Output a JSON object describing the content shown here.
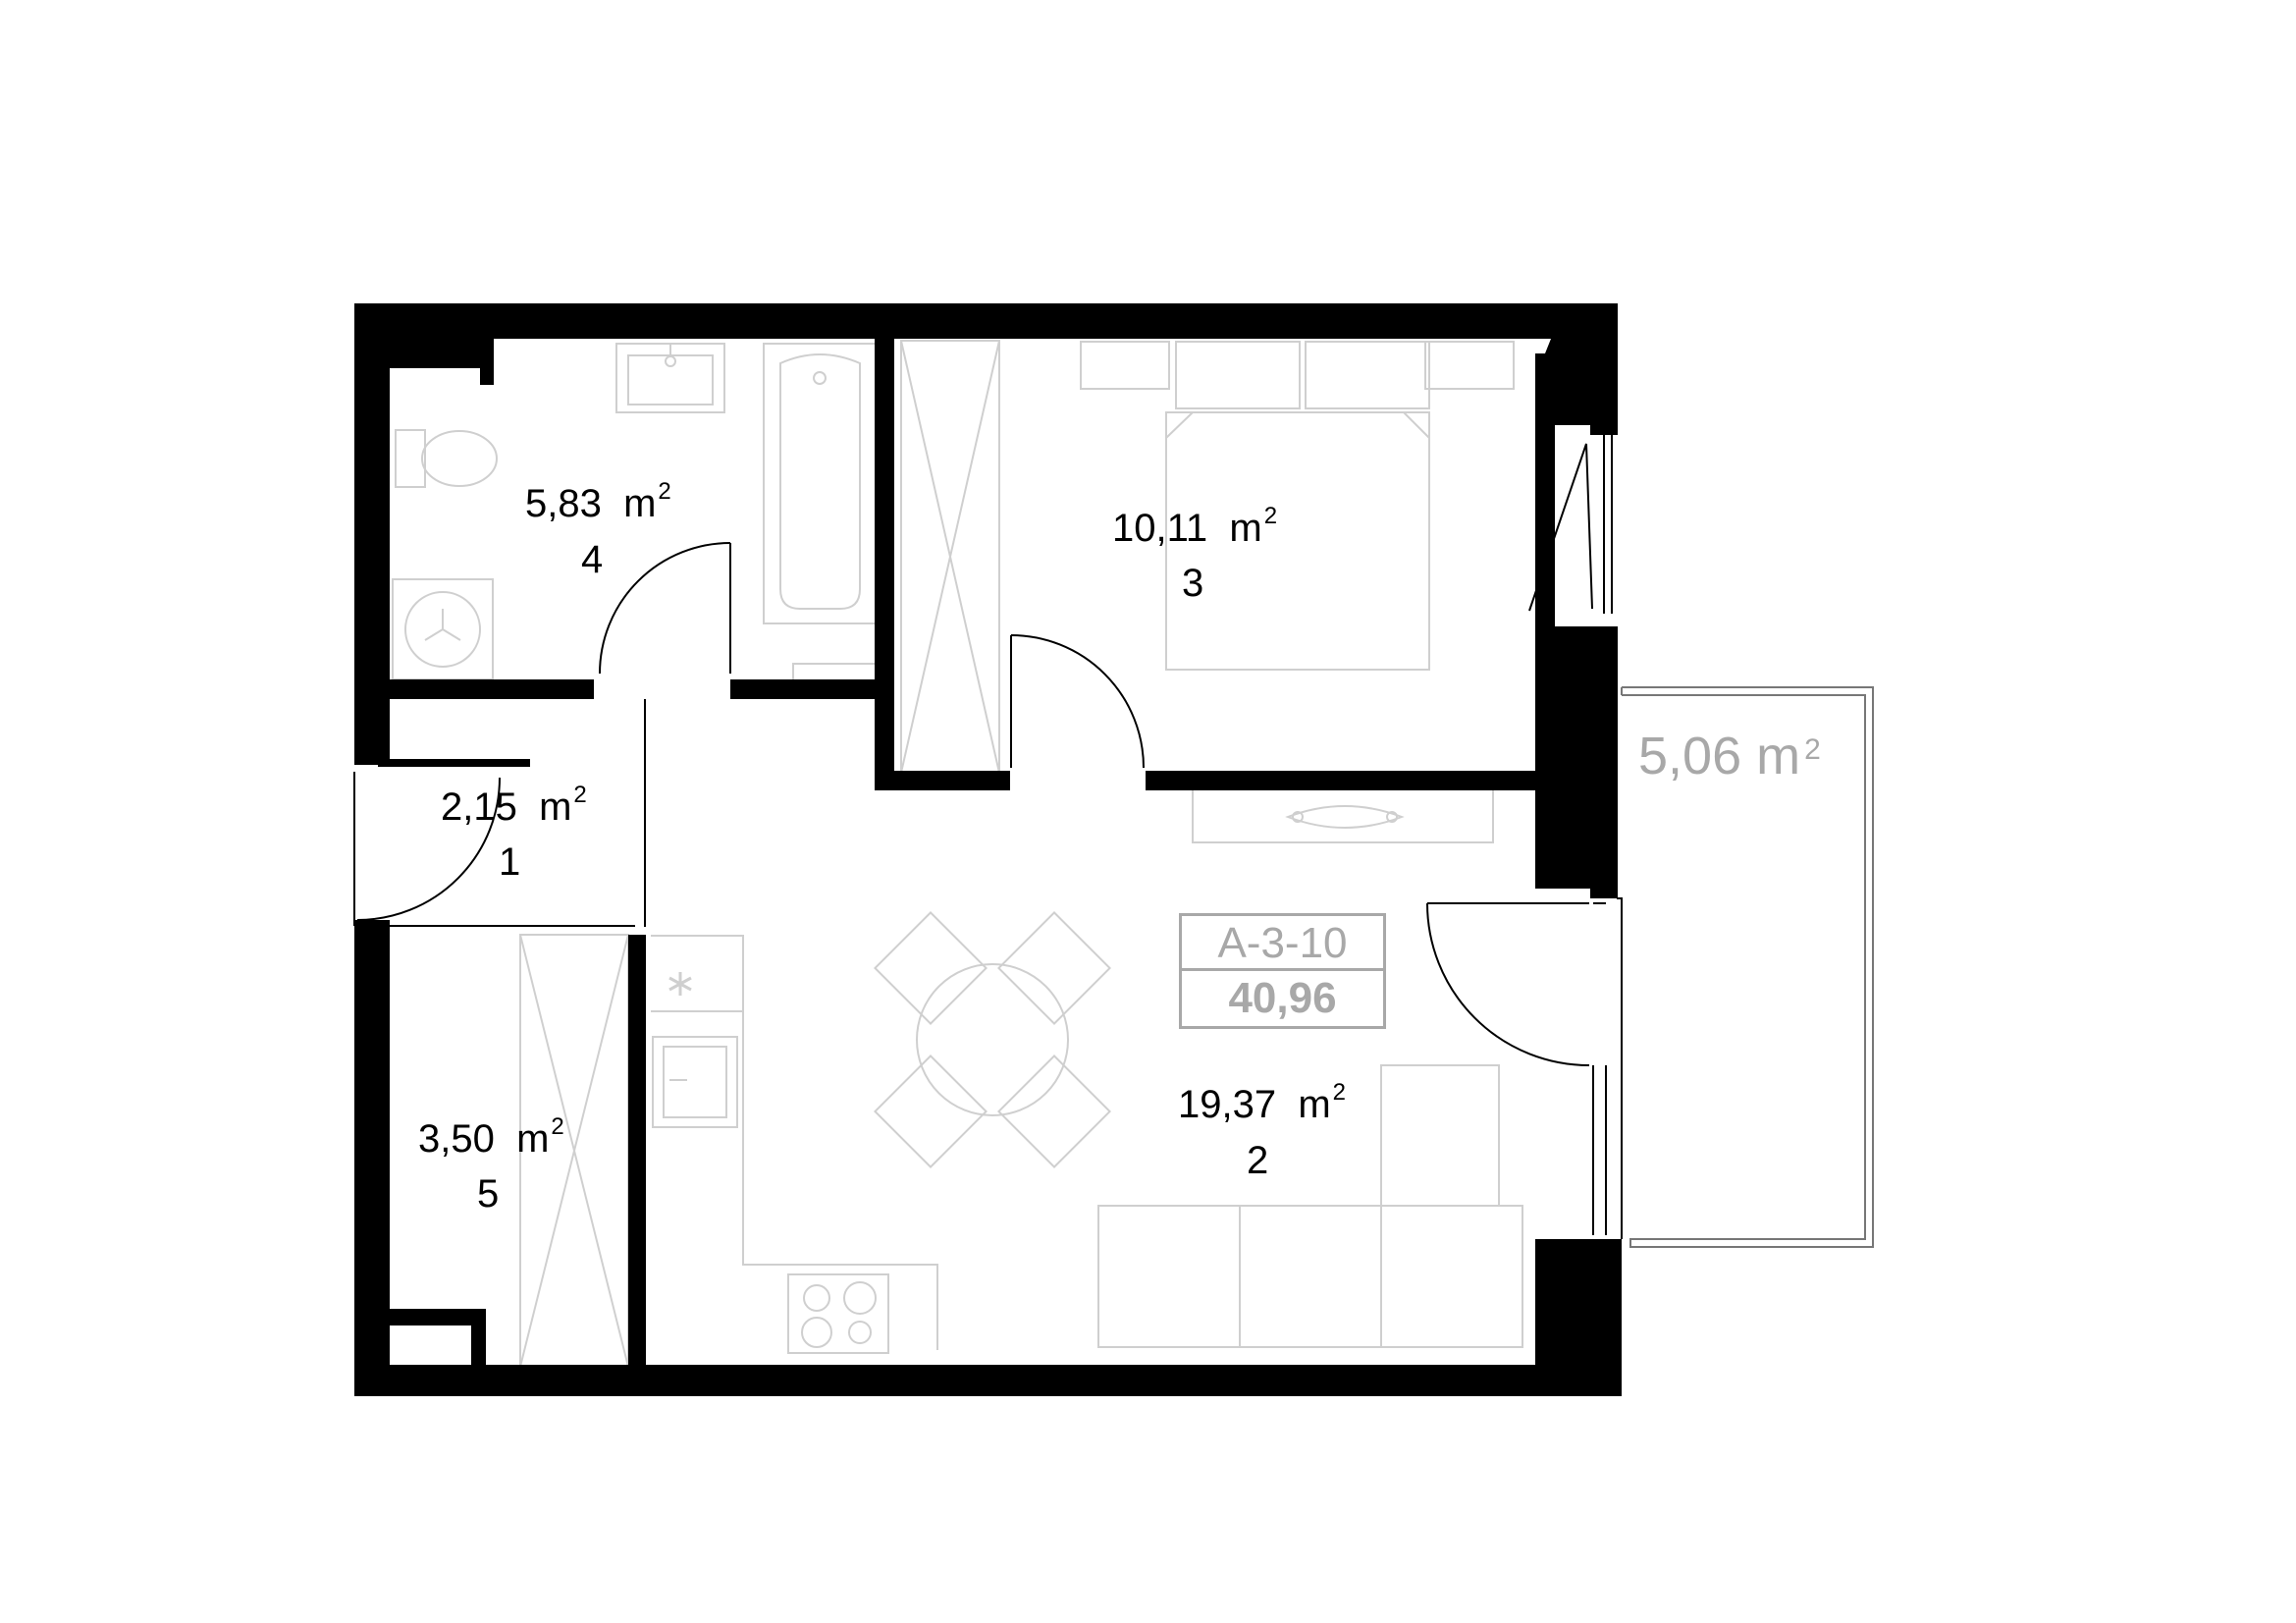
{
  "rooms": [
    {
      "id": "1",
      "area": "2,15",
      "unit": "m",
      "power": "2",
      "number": "1"
    },
    {
      "id": "2",
      "area": "19,37",
      "unit": "m",
      "power": "2",
      "number": "2"
    },
    {
      "id": "3",
      "area": "10,11",
      "unit": "m",
      "power": "2",
      "number": "3"
    },
    {
      "id": "4",
      "area": "5,83",
      "unit": "m",
      "power": "2",
      "number": "4"
    },
    {
      "id": "5",
      "area": "3,50",
      "unit": "m",
      "power": "2",
      "number": "5"
    }
  ],
  "balcony": {
    "area": "5,06",
    "unit": "m",
    "power": "2"
  },
  "apartment": {
    "code": "A-3-10",
    "total_area": "40,96"
  },
  "colors": {
    "wall": "#000000",
    "furniture": "#cfcfcf",
    "label_gray": "#a8a8a8",
    "balcony_line": "#777777"
  }
}
